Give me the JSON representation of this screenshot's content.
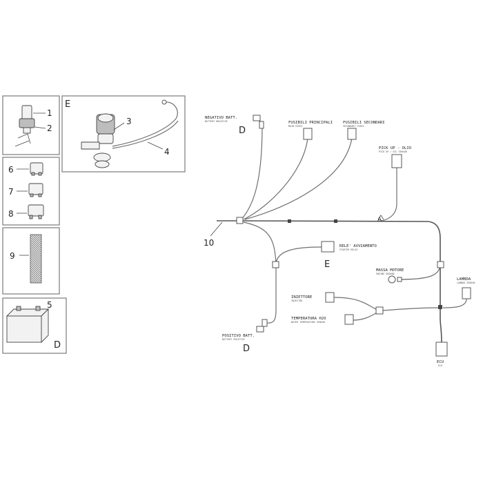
{
  "panels": {
    "relay": {
      "callouts": [
        "1",
        "2"
      ]
    },
    "ignition": {
      "letter": "E",
      "callouts": [
        "3",
        "4"
      ]
    },
    "fuses": {
      "callouts": [
        "6",
        "7",
        "8"
      ]
    },
    "sleeve": {
      "callouts": [
        "9"
      ]
    },
    "battery": {
      "callouts": [
        "5"
      ],
      "letter": "D"
    }
  },
  "harness": {
    "callout": "10",
    "letters": {
      "d_top": "D",
      "e_relay": "E",
      "d_bottom": "D",
      "a_main": "A"
    },
    "connectors": {
      "negativo": {
        "label": "NEGATIVO BATT.",
        "sub": "BATTERY NEGATIVE"
      },
      "fusibili_principali": {
        "label": "FUSIBILI PRINCIPALI",
        "sub": "MAIN FUSES"
      },
      "fusibili_secondari": {
        "label": "FUSIBILI SECONDARI",
        "sub": "SECONDARY FUSES"
      },
      "pickup": {
        "label": "PICK UP - OLIO",
        "sub": "PICK UP / OIL SENSOR"
      },
      "rele": {
        "label": "RELE' AVVIAMENTO",
        "sub": "STARTER RELAY"
      },
      "massa": {
        "label": "MASSA MOTORE",
        "sub": "ENGINE GROUND"
      },
      "lambda": {
        "label": "LAMBDA",
        "sub": "LAMBDA SENSOR"
      },
      "iniettore": {
        "label": "INIETTORE",
        "sub": "INJECTOR"
      },
      "temperatura": {
        "label": "TEMPERATURA H2O",
        "sub": "WATER TEMPERATURE SENSOR"
      },
      "positivo": {
        "label": "POSITIVO BATT.",
        "sub": "BATTERY POSITIVE"
      },
      "ecu": {
        "label": "ECU",
        "sub": "ECU"
      }
    }
  }
}
